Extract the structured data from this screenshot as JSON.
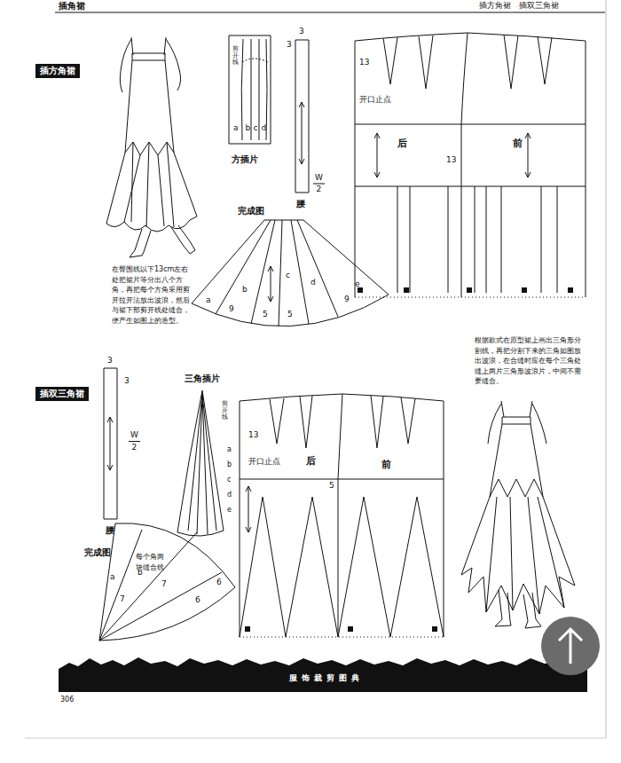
{
  "diagram": {
    "title": "插角裙",
    "nodes": [
      {
        "text": [
          "插方角裙"
        ]
      },
      {
        "text": [
          "插双三角裙"
        ]
      },
      {
        "text": [
          "服饰裁剪图典"
        ]
      }
    ],
    "labels": [
      "插方角裙　插双三角裙",
      "剪开线",
      "a",
      "b",
      "c",
      "d",
      "方插片",
      "3",
      "3",
      "W",
      "2",
      "腰",
      "完成图",
      "a",
      "b",
      "c",
      "d",
      "e",
      "9",
      "5",
      "5",
      "9",
      "13",
      "开口止点",
      "后",
      "前",
      "13",
      "在臀围线以下13cm左右处把裙片等分出八个方角，再把每个方角采用剪开拉开法放出波浪，然后与裙下部剪开线处缝合，便产生如图上的造型。",
      "3",
      "3",
      "W",
      "2",
      "腰",
      "三角插片",
      "剪开线",
      "a",
      "b",
      "c",
      "d",
      "e",
      "完成图",
      "每个角两块缝合线",
      "a",
      "7",
      "b",
      "7",
      "6",
      "6",
      "13",
      "开口止点",
      "后",
      "前",
      "5",
      "根据款式在原型裙上画出三角形分割线，再把分割下来的三角如图放出波浪，在合缝时应在每个三角处缝上两片三角形波浪片，中间不需要缝合。",
      "306"
    ]
  }
}
